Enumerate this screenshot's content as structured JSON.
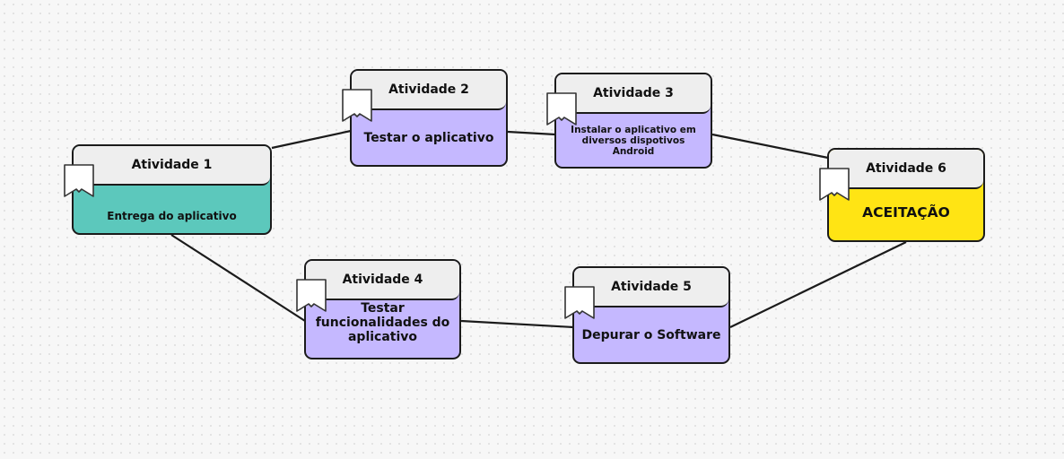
{
  "colors": {
    "teal": "#5cc8bc",
    "lavender": "#c5b8ff",
    "yellow": "#ffe414",
    "header": "#eeeeee",
    "line": "#1b1b1b"
  },
  "nodes": [
    {
      "id": "1",
      "title": "Atividade 1",
      "body": "Entrega do aplicativo",
      "color": "teal"
    },
    {
      "id": "2",
      "title": "Atividade 2",
      "body": "Testar o aplicativo",
      "color": "lavender"
    },
    {
      "id": "3",
      "title": "Atividade 3",
      "body": "Instalar o aplicativo em diversos dispotivos Android",
      "color": "lavender"
    },
    {
      "id": "4",
      "title": "Atividade 4",
      "body": "Testar funcionalidades do aplicativo",
      "color": "lavender"
    },
    {
      "id": "5",
      "title": "Atividade 5",
      "body": "Depurar o Software",
      "color": "lavender"
    },
    {
      "id": "6",
      "title": "Atividade 6",
      "body": "ACEITAÇÃO",
      "color": "yellow"
    }
  ],
  "edges": [
    {
      "from": "1",
      "to": "2"
    },
    {
      "from": "2",
      "to": "3"
    },
    {
      "from": "3",
      "to": "6"
    },
    {
      "from": "1",
      "to": "4"
    },
    {
      "from": "4",
      "to": "5"
    },
    {
      "from": "5",
      "to": "6"
    }
  ],
  "icon": "bookmark-note-icon"
}
